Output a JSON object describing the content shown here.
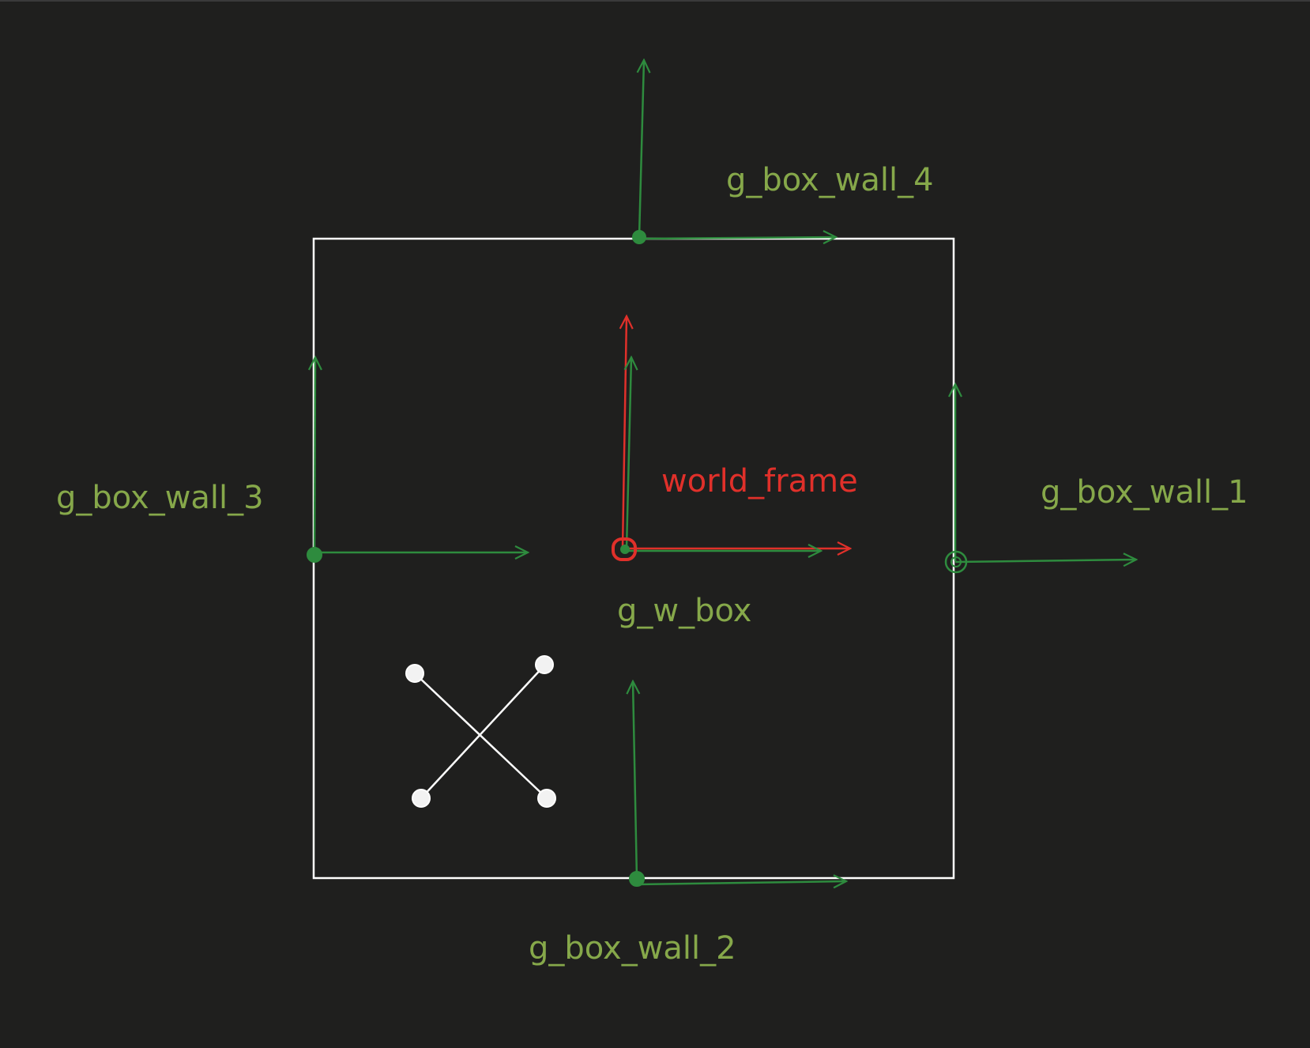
{
  "colors": {
    "background": "#1f1f1e",
    "frame_green": "#2e8b3e",
    "label_green": "#86a84a",
    "world_red": "#e0302a",
    "wall_white": "#ffffff"
  },
  "labels": {
    "wall_1": "g_box_wall_1",
    "wall_2": "g_box_wall_2",
    "wall_3": "g_box_wall_3",
    "wall_4": "g_box_wall_4",
    "world_frame": "world_frame",
    "w_box": "g_w_box"
  }
}
